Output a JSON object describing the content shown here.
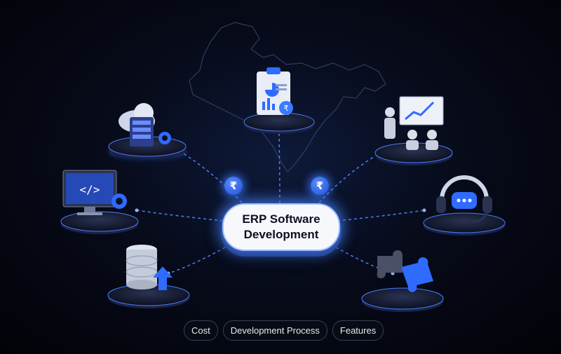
{
  "center": {
    "line1": "ERP Software",
    "line2": "Development"
  },
  "currency_symbol": "₹",
  "tags": [
    "Cost",
    "Development Process",
    "Features"
  ],
  "colors": {
    "accent": "#3b7bff",
    "glow": "#4a86ff",
    "background": "#05070f",
    "pill": "#f7f8fc"
  },
  "icons": [
    "cloud-server-icon",
    "report-clipboard-icon",
    "presentation-icon",
    "code-monitor-icon",
    "headset-chat-icon",
    "database-upload-icon",
    "puzzle-icon"
  ]
}
